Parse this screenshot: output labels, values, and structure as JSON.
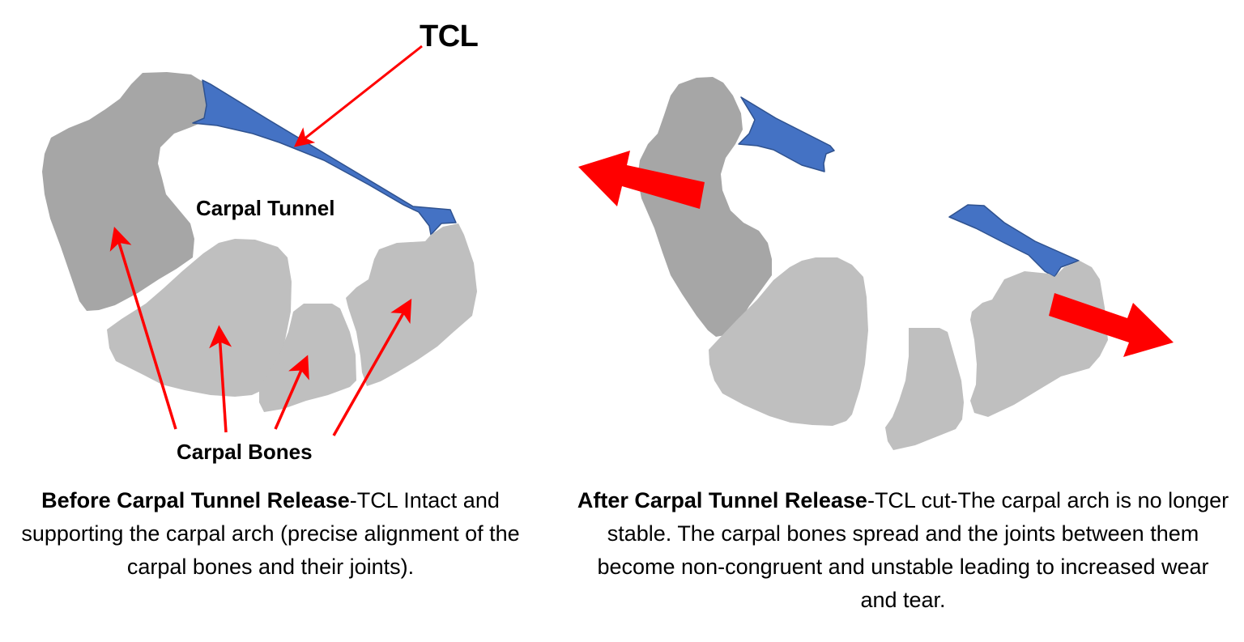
{
  "colors": {
    "background": "#FFFFFF",
    "bone_dark": "#A6A6A6",
    "bone_light": "#BFBFBF",
    "ligament": "#4472C4",
    "ligament_edge": "#2F528F",
    "arrow": "#FF0000",
    "text": "#000000"
  },
  "before_panel": {
    "labels": {
      "tcl": "TCL",
      "carpal_tunnel": "Carpal Tunnel",
      "carpal_bones": "Carpal Bones"
    },
    "caption": {
      "bold": "Before Carpal Tunnel Release",
      "text": "-TCL Intact and supporting the carpal arch (precise alignment of the carpal bones and their joints)."
    },
    "pointer_arrows": {
      "tcl": 1,
      "carpal_bones": 4
    }
  },
  "after_panel": {
    "caption": {
      "bold": "After Carpal Tunnel Release",
      "text": "-TCL cut-The carpal arch is no longer stable. The carpal bones spread and the joints between them become non-congruent and unstable leading to increased wear and tear."
    },
    "spread_arrows": {
      "left": "outward-left",
      "right": "outward-right"
    }
  }
}
